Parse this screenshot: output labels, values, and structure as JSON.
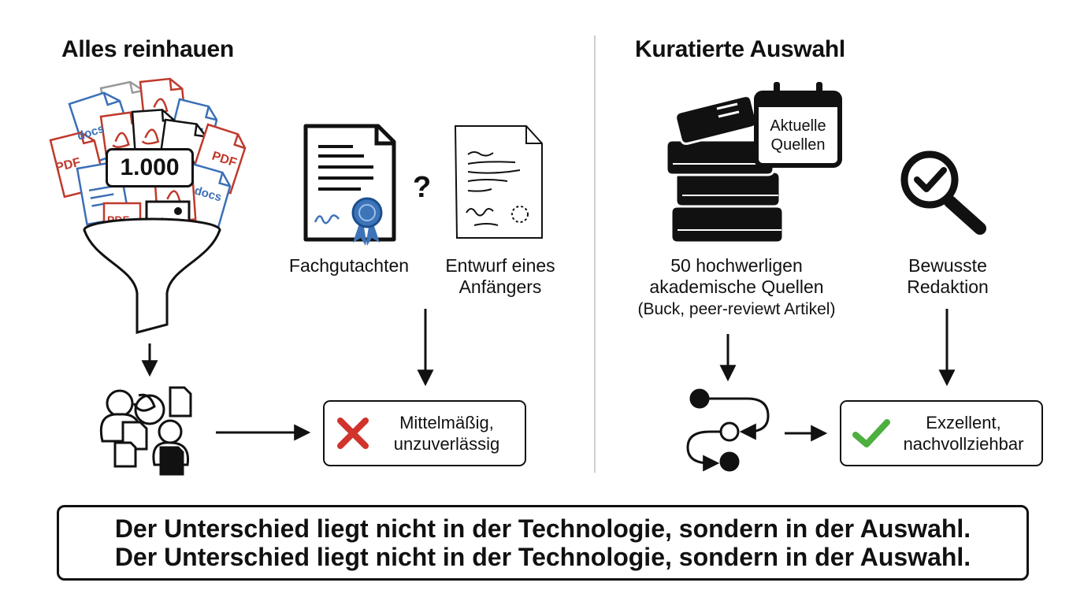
{
  "left": {
    "title": "Alles reinhauen",
    "funnel_badge": "1.000",
    "doc_labels": {
      "docs": "docs",
      "pdf": "PDF"
    },
    "expert_label": "Fachgutachten",
    "question_mark": "?",
    "beginner_label_line1": "Entwurf eines",
    "beginner_label_line2": "Anfängers",
    "result_line1": "Mittelmäßig,",
    "result_line2": "unzuverlässig"
  },
  "right": {
    "title": "Kuratierte Auswahl",
    "calendar_line1": "Aktuelle",
    "calendar_line2": "Quellen",
    "sources_line1": "50 hochwerligen",
    "sources_line2": "akademische Quellen",
    "sources_line3": "(Buck, peer-reviewt Artikel)",
    "editing_line1": "Bewusste",
    "editing_line2": "Redaktion",
    "result_line1": "Exzellent,",
    "result_line2": "nachvollziehbar"
  },
  "footer": {
    "line1": "Der Unterschied liegt nicht in der Technologie, sondern in der Auswahl.",
    "line2": "Der Unterschied liegt nicht in der Technologie, sondern in der Auswahl."
  },
  "colors": {
    "fail": "#d0342c",
    "success": "#4caf3f",
    "pdf": "#c0392b",
    "docs": "#3b6fb6",
    "ribbon": "#3d74b8"
  }
}
